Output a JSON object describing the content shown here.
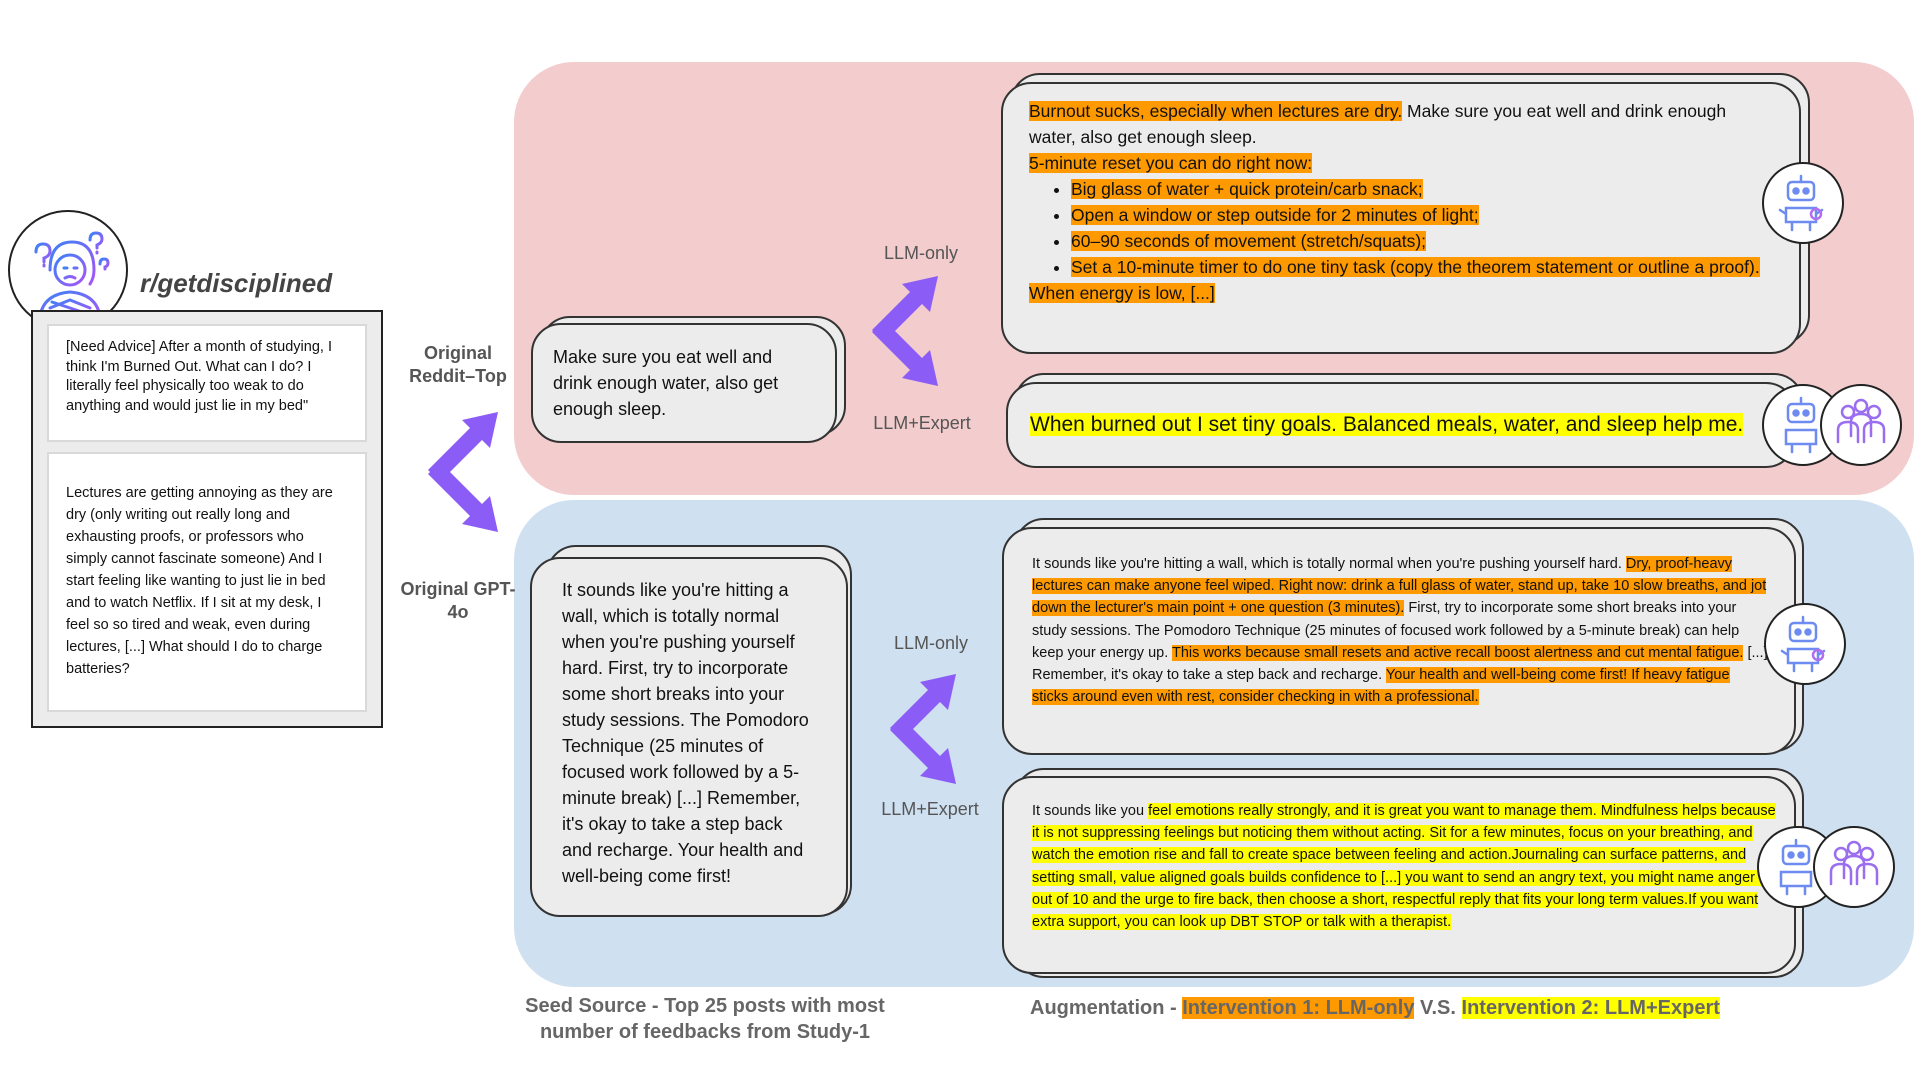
{
  "subreddit": "r/getdisciplined",
  "post": {
    "title": "[Need Advice] After a month of studying, I think I'm Burned Out. What can I do? I literally feel physically too weak to do anything and would just lie in my bed\"",
    "body": "Lectures are getting annoying as they are dry (only writing out really long and exhausting proofs, or professors who simply cannot fascinate someone) And I start feeling like wanting to just lie in bed and to watch Netflix. If I sit at my desk, I feel so so tired and weak, even during lectures, [...] What should I do to charge batteries?"
  },
  "labels": {
    "original_reddit": "Original Reddit–Top",
    "original_gpt": "Original GPT-4o",
    "llm_only_top": "LLM-only",
    "llm_expert_top": "LLM+Expert",
    "llm_only_bottom": "LLM-only",
    "llm_expert_bottom": "LLM+Expert"
  },
  "reddit_original": "Make sure you eat well and drink enough water, also get enough sleep.",
  "reddit_llm_only": {
    "p1_hl": "Burnout sucks, especially when lectures are dry.",
    "p1_rest": " Make sure you eat well and drink enough water, also get enough sleep.",
    "p2": "5-minute reset you can do right now:",
    "items": [
      "Big glass of water + quick protein/carb snack;",
      "Open a window or step outside for 2 minutes of light;",
      "60–90 seconds of movement (stretch/squats);",
      "Set a 10-minute timer to do one tiny task (copy the theorem statement or outline a proof)."
    ],
    "p3": "When energy is low, [...]"
  },
  "reddit_llm_expert": "When burned out I set tiny goals. Balanced meals, water, and sleep help me.",
  "gpt_original": "It sounds like you're hitting a wall, which is totally normal when you're pushing yourself hard. First, try to incorporate some short breaks into your study sessions. The Pomodoro Technique (25 minutes of focused work followed by a 5-minute break) [...] Remember, it's okay to take a step back and recharge. Your health and well-being come first!",
  "gpt_llm_only": {
    "s1": "It sounds like you're hitting a wall, which is totally normal when you're pushing yourself hard. ",
    "h1": "Dry, proof-heavy lectures can make anyone feel wiped. Right now: drink a full glass of water, stand up, take 10 slow breaths, and  jot down the lecturer's main point + one question (3 minutes).",
    "s2": " First, try to incorporate some short breaks into your study sessions. The Pomodoro Technique (25 minutes of focused work followed by a 5-minute break) can help keep your energy up. ",
    "h2": "This works because small resets and active recall boost alertness and cut mental fatigue.",
    "s3": " [...] Remember, it's okay to take a step back and recharge. ",
    "h3": "Your health and well-being come first! If heavy fatigue sticks around even with rest, consider checking in with a professional."
  },
  "gpt_llm_expert": {
    "s1": "It sounds like you ",
    "h1": "feel emotions really strongly, and it is great you want to manage them. Mindfulness helps because it is not suppressing feelings but noticing them without acting. Sit for a few minutes, focus on your breathing, and watch the emotion rise and fall to create space between feeling and action.Journaling can surface patterns, and setting small, value aligned goals builds confidence to [...] you want to send an angry text, you might name anger 7 out of 10 and the urge to fire back, then choose a short, respectful reply that fits your long term values.If you want extra support, you can look up DBT STOP or talk with a therapist."
  },
  "footer": {
    "seed": "Seed Source - Top 25 posts with most number of feedbacks from Study-1",
    "aug_prefix": "Augmentation - ",
    "intervention1": "Intervention 1: LLM-only",
    "vs": " V.S. ",
    "intervention2": "Intervention 2:  LLM+Expert"
  },
  "colors": {
    "arrow": "#8b5cf6",
    "highlight_llm_only": "#ff9900",
    "highlight_llm_expert": "#ffff00",
    "panel_red": "#f3cccd",
    "panel_blue": "#cfe0f1"
  },
  "icons": [
    "confused-person-icon",
    "robot-icon",
    "expert-group-icon",
    "double-arrow-icon"
  ]
}
